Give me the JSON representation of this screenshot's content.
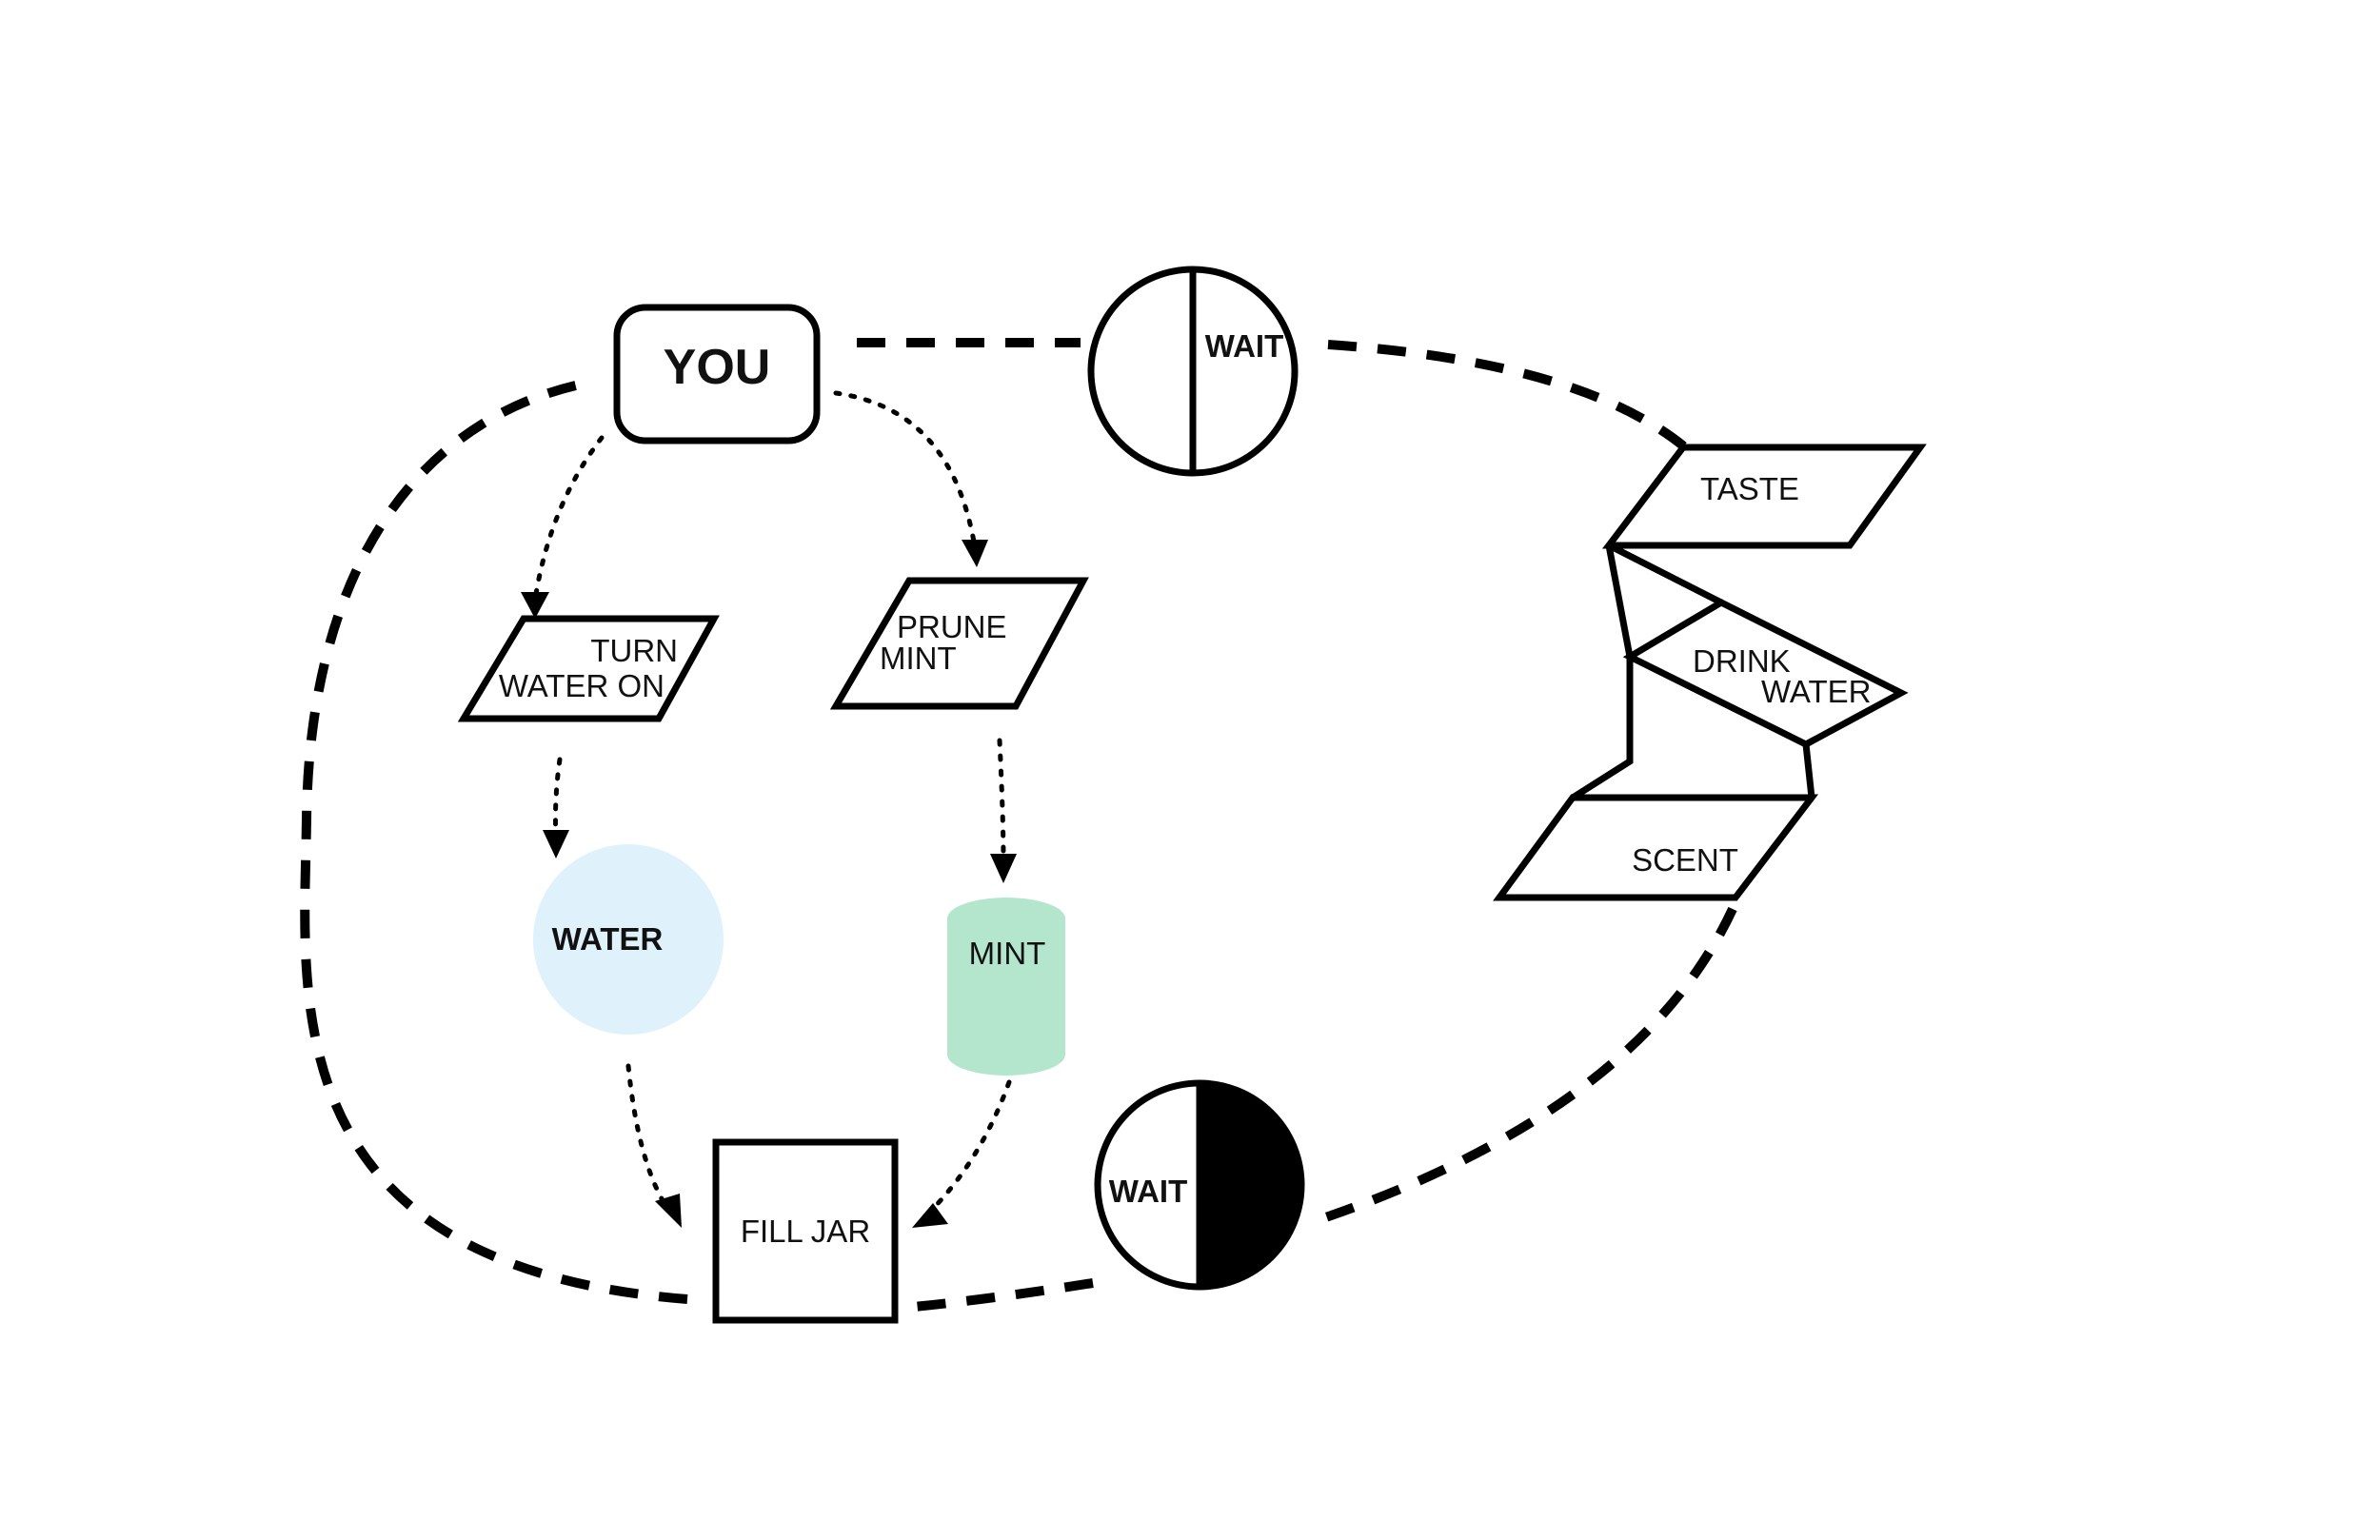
{
  "nodes": {
    "you": "YOU",
    "wait_top": "WAIT",
    "taste": "TASTE",
    "drink_water_line1": "DRINK",
    "drink_water_line2": "WATER",
    "scent": "SCENT",
    "turn_water_on_line1": "TURN",
    "turn_water_on_line2": "WATER ON",
    "prune_mint_line1": "PRUNE",
    "prune_mint_line2": "MINT",
    "water": "WATER",
    "mint": "MINT",
    "fill_jar": "FILL JAR",
    "wait_bottom": "WAIT"
  },
  "colors": {
    "water_fill": "#dff2fb",
    "mint_fill": "#b3e6cd",
    "stroke": "#000000"
  }
}
